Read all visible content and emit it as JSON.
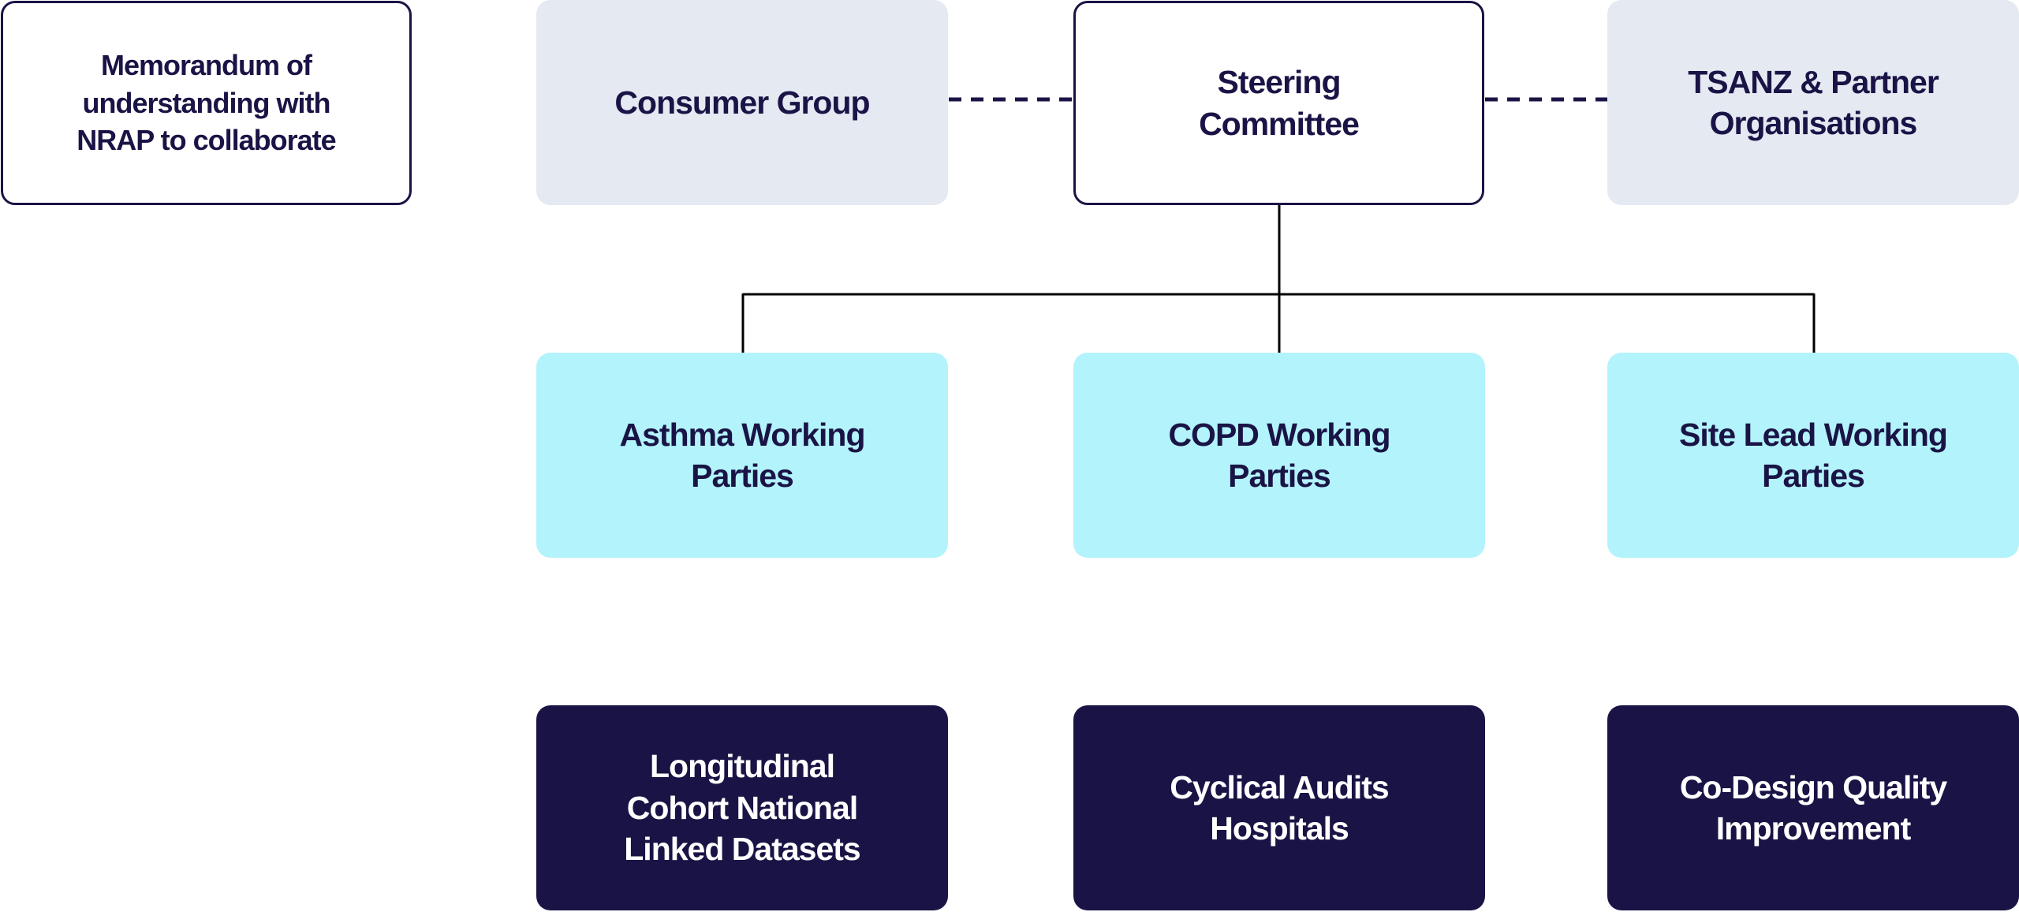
{
  "diagram": {
    "memorandum": "Memorandum of understanding with NRAP to collaborate",
    "consumer_group": "Consumer Group",
    "steering_committee": "Steering Committee",
    "partners": "TSANZ & Partner Organisations",
    "working_parties": [
      {
        "label": "Asthma Working Parties"
      },
      {
        "label": "COPD Working Parties"
      },
      {
        "label": "Site Lead Working Parties"
      }
    ],
    "outputs": [
      {
        "label": "Longitudinal Cohort National Linked Datasets"
      },
      {
        "label": "Cyclical Audits Hospitals"
      },
      {
        "label": "Co-Design Quality Improvement"
      }
    ]
  },
  "colors": {
    "navy": "#1a1446",
    "grey": "#e4e9f2",
    "cyan": "#b3f3fb",
    "white": "#ffffff"
  }
}
